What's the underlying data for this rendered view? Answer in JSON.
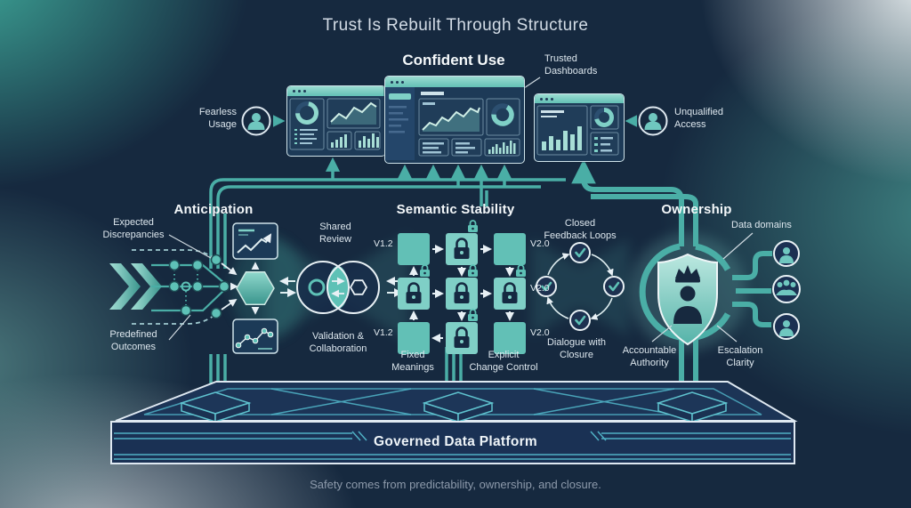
{
  "title": "Trust Is Rebuilt Through Structure",
  "footer": "Safety comes from predictability, ownership, and closure.",
  "colors": {
    "accent_teal": "#4aaea6",
    "light_teal": "#7fd0c6",
    "navy_background": "#16293f",
    "panel_navy": "#1d3a57",
    "white_line": "#e8f0f5"
  },
  "top": {
    "confident_use": "Confident Use",
    "trusted_dashboards": "Trusted\nDashboards",
    "fearless_usage": "Fearless\nUsage",
    "unqualified_access": "Unqualified\nAccess"
  },
  "anticipation": {
    "header": "Anticipation",
    "expected_discrepancies": "Expected\nDiscrepancies",
    "predefined_outcomes": "Predefined\nOutcomes"
  },
  "semantic_stability": {
    "header": "Semantic Stability",
    "shared_review": "Shared\nReview",
    "validation_collaboration": "Validation &\nCollaboration",
    "fixed_meanings": "Fixed\nMeanings",
    "explicit_change_control": "Explicit\nChange Control",
    "version_old": "V1.2",
    "version_new": "V2.0"
  },
  "ownership": {
    "header": "Ownership",
    "closed_feedback_loops": "Closed\nFeedback Loops",
    "dialogue_with_closure": "Dialogue with\nClosure",
    "accountable_authority": "Accountable\nAuthority",
    "escalation_clarity": "Escalation\nClarity",
    "data_domains": "Data domains"
  },
  "platform": {
    "label": "Governed Data Platform"
  }
}
